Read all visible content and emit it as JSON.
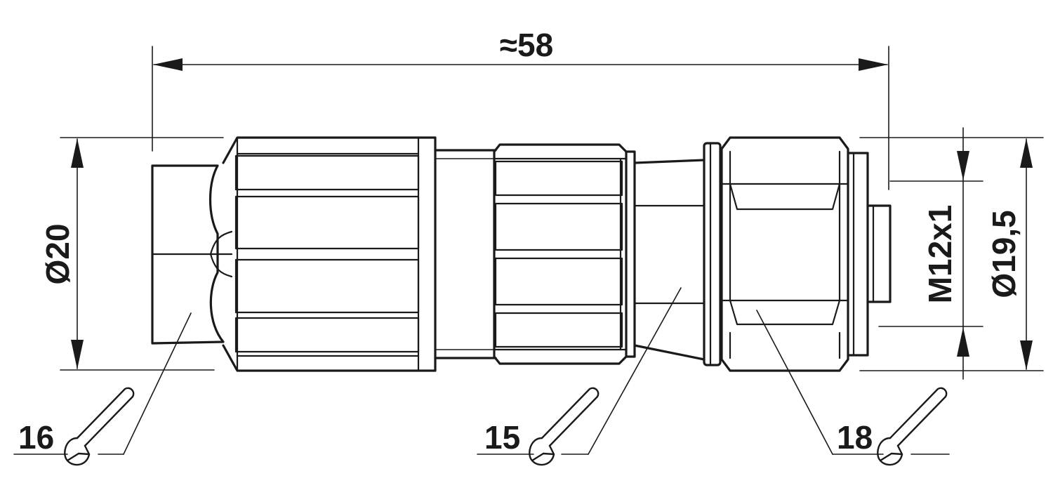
{
  "dimensions": {
    "overall_length": "≈58",
    "left_diameter": "Ø20",
    "thread": "M12x1",
    "right_diameter": "Ø19,5"
  },
  "wrench_sizes": [
    {
      "label": "16"
    },
    {
      "label": "15"
    },
    {
      "label": "18"
    }
  ]
}
